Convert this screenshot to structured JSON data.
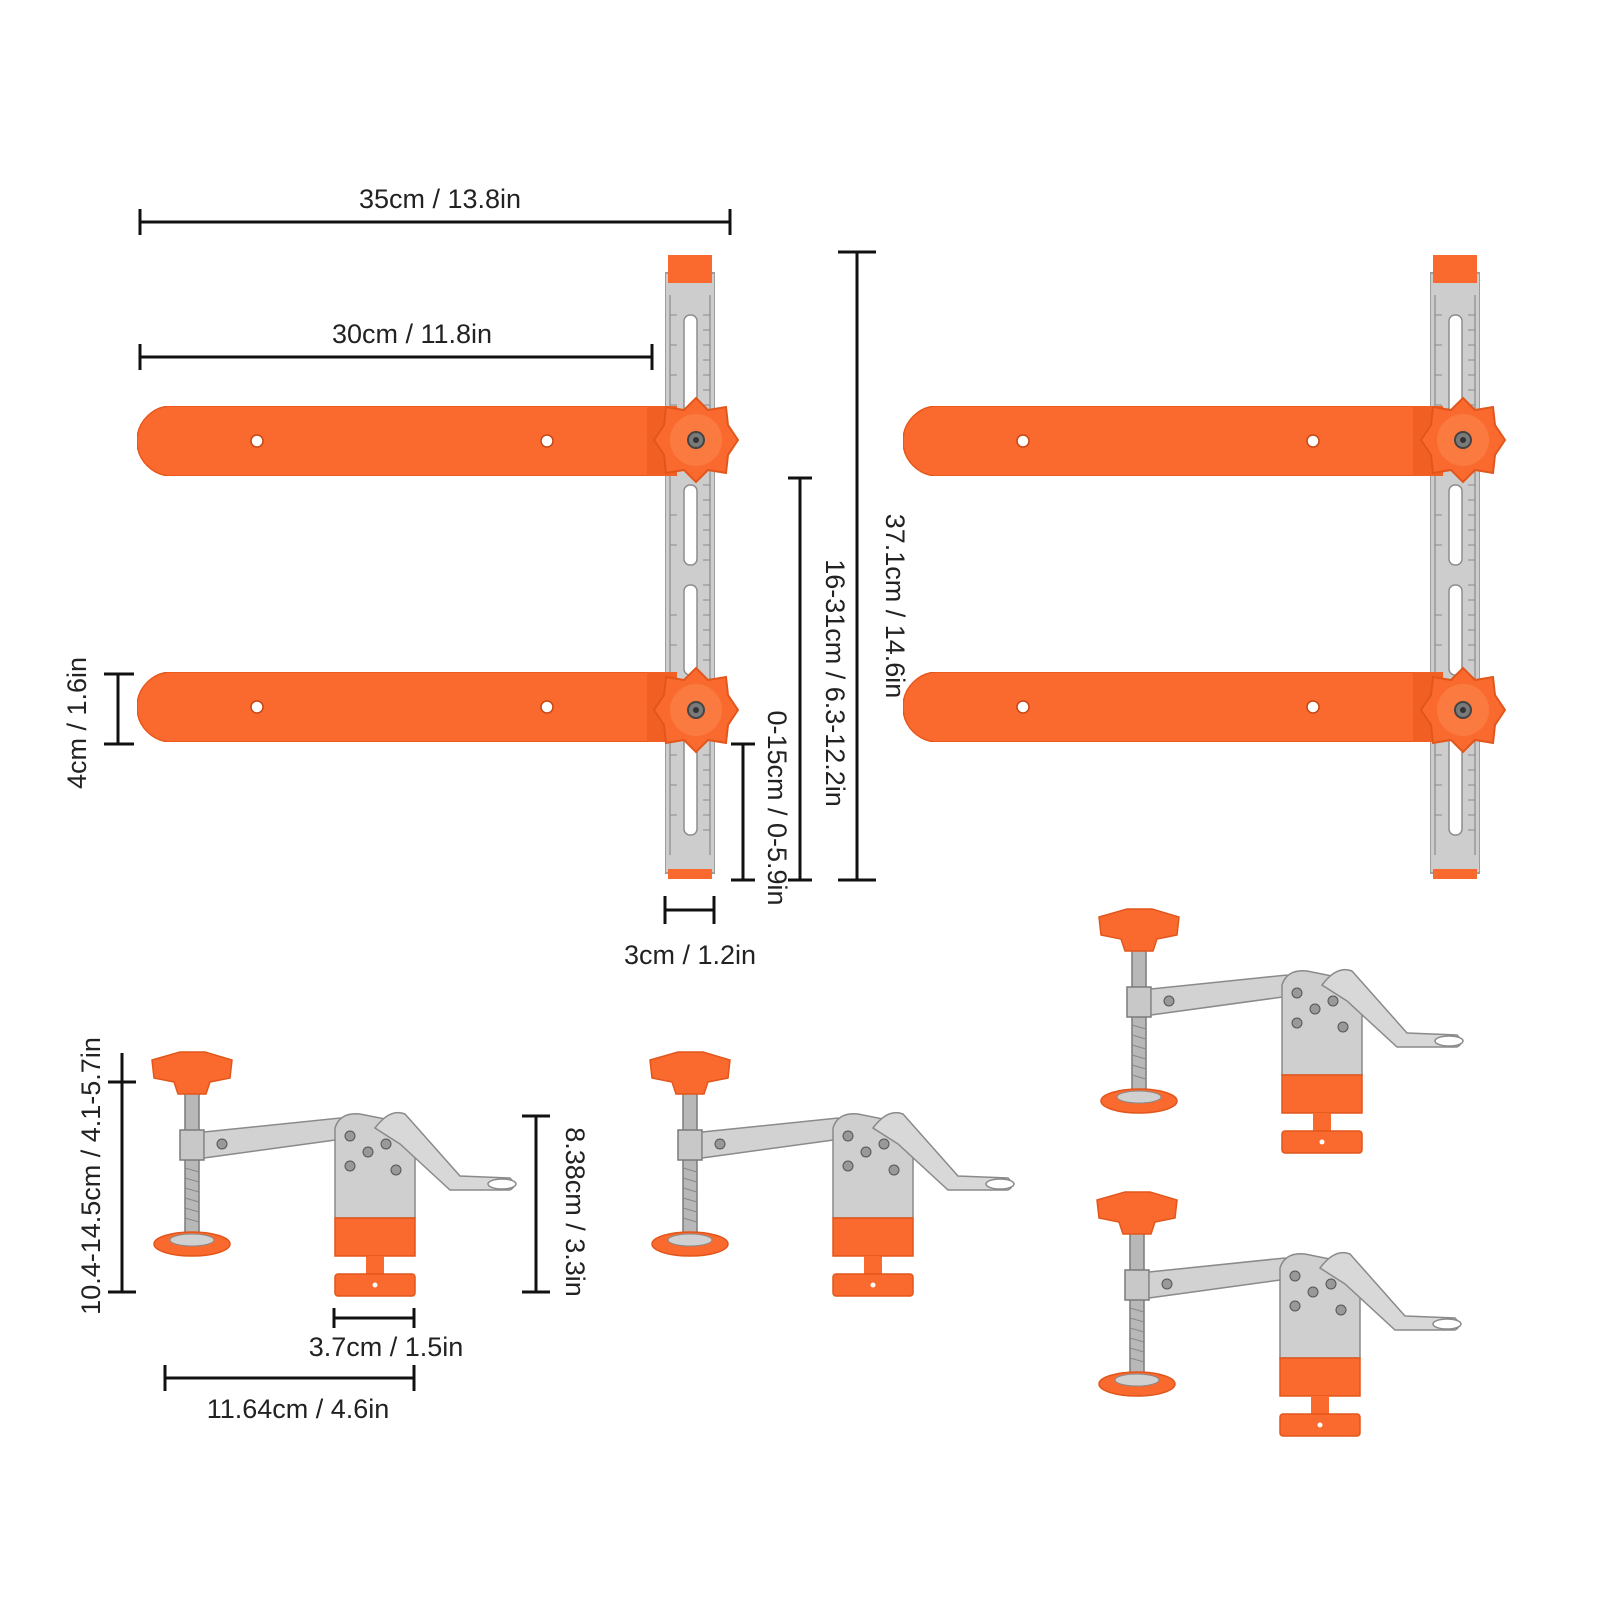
{
  "colors": {
    "orange": "#fa6a2e",
    "orange_dark": "#e2561c",
    "steel": "#c9c9c9",
    "steel_dark": "#9d9d9d",
    "dimension_line": "#111111",
    "text": "#222222",
    "background": "#ffffff"
  },
  "dimensions": {
    "overall_width": "35cm / 13.8in",
    "arm_length": "30cm / 11.8in",
    "arm_width": "4cm / 1.6in",
    "overall_height": "37.1cm / 14.6in",
    "arm_spacing": "16-31cm / 6.3-12.2in",
    "bottom_offset": "0-15cm / 0-5.9in",
    "rail_width": "3cm / 1.2in",
    "clamp_height": "10.4-14.5cm / 4.1-5.7in",
    "clamp_body_height": "8.38cm / 3.3in",
    "clamp_foot_width": "3.7cm / 1.5in",
    "clamp_length": "11.64cm / 4.6in"
  },
  "icons": [
    "cabinet-jig-icon",
    "toggle-clamp-icon",
    "star-knob-icon"
  ]
}
